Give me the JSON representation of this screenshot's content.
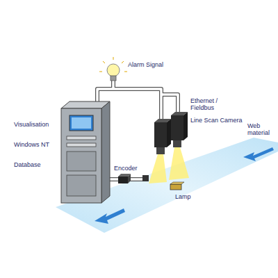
{
  "diagram": {
    "labels": [
      "Alarm Signal",
      "Ethernet / Fieldbus",
      "Line Scan Camera",
      "Web material",
      "Visualisation",
      "Windows NT",
      "Database",
      "Encoder",
      "Lamp"
    ]
  }
}
